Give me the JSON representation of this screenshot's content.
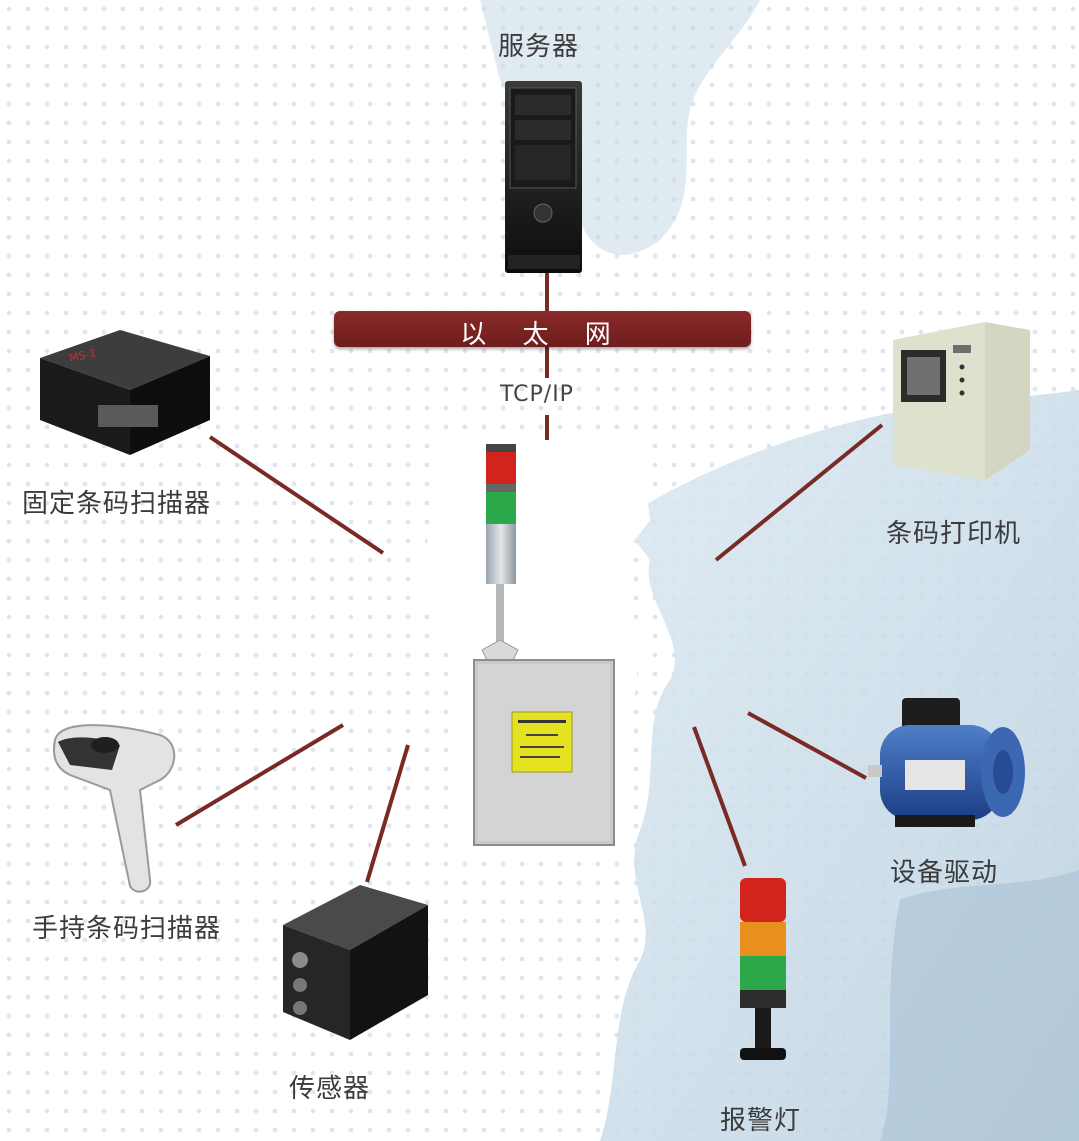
{
  "network": {
    "server_label": "服务器",
    "ethernet_label": "以 太 网",
    "protocol_label": "TCP/IP"
  },
  "devices": {
    "fixed_scanner": "固定条码扫描器",
    "barcode_printer": "条码打印机",
    "handheld_scanner": "手持条码扫描器",
    "sensor": "传感器",
    "equipment_drive": "设备驱动",
    "alarm_light": "报警灯"
  },
  "colors": {
    "link_line": "#7a2a24",
    "ethernet_bar": "#7a2323",
    "light_red": "#d2231c",
    "light_orange": "#e8901e",
    "light_green": "#2aa84a"
  }
}
